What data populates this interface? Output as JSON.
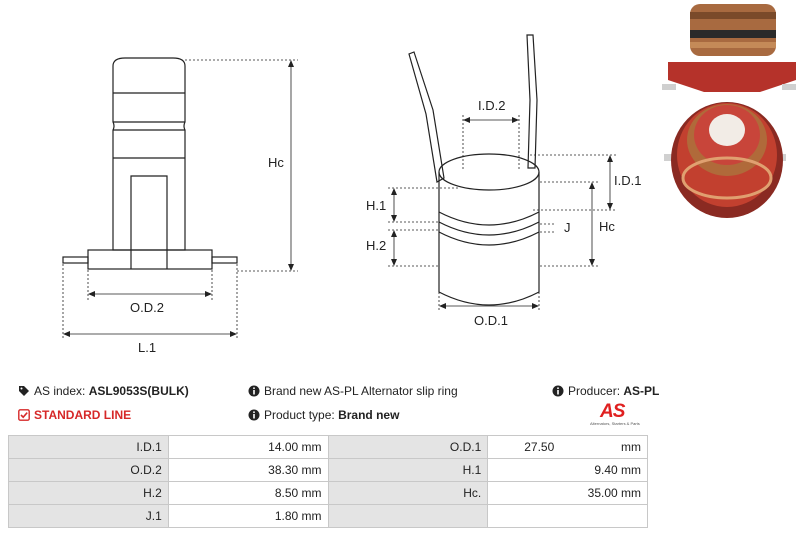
{
  "drawing_labels": {
    "hc_left": "Hc",
    "od2": "O.D.2",
    "l1": "L.1",
    "id2": "I.D.2",
    "id1": "I.D.1",
    "h1": "H.1",
    "h2": "H.2",
    "j": "J",
    "hc_right": "Hc",
    "od1": "O.D.1"
  },
  "info": {
    "as_index_label": "AS index:",
    "as_index_value": "ASL9053S(BULK)",
    "description": "Brand new AS-PL Alternator slip ring",
    "producer_label": "Producer:",
    "producer_value": "AS-PL",
    "line": "STANDARD LINE",
    "product_type_label": "Product type:",
    "product_type_value": "Brand new"
  },
  "logo": {
    "text": "AS",
    "tagline": "Alternators, Starters & Parts"
  },
  "specs": [
    {
      "l1": "I.D.1",
      "v1": "14.00 mm",
      "l2": "O.D.1",
      "v2a": "27.50",
      "v2b": "mm"
    },
    {
      "l1": "O.D.2",
      "v1": "38.30 mm",
      "l2": "H.1",
      "v2a": "",
      "v2b": "9.40 mm"
    },
    {
      "l1": "H.2",
      "v1": "8.50 mm",
      "l2": "Hc.",
      "v2a": "",
      "v2b": "35.00 mm"
    },
    {
      "l1": "J.1",
      "v1": "1.80 mm",
      "l2": "",
      "v2a": "",
      "v2b": ""
    }
  ],
  "colors": {
    "accent_red": "#d62828",
    "product_red": "#b5322a",
    "copper": "#b06a3a"
  }
}
